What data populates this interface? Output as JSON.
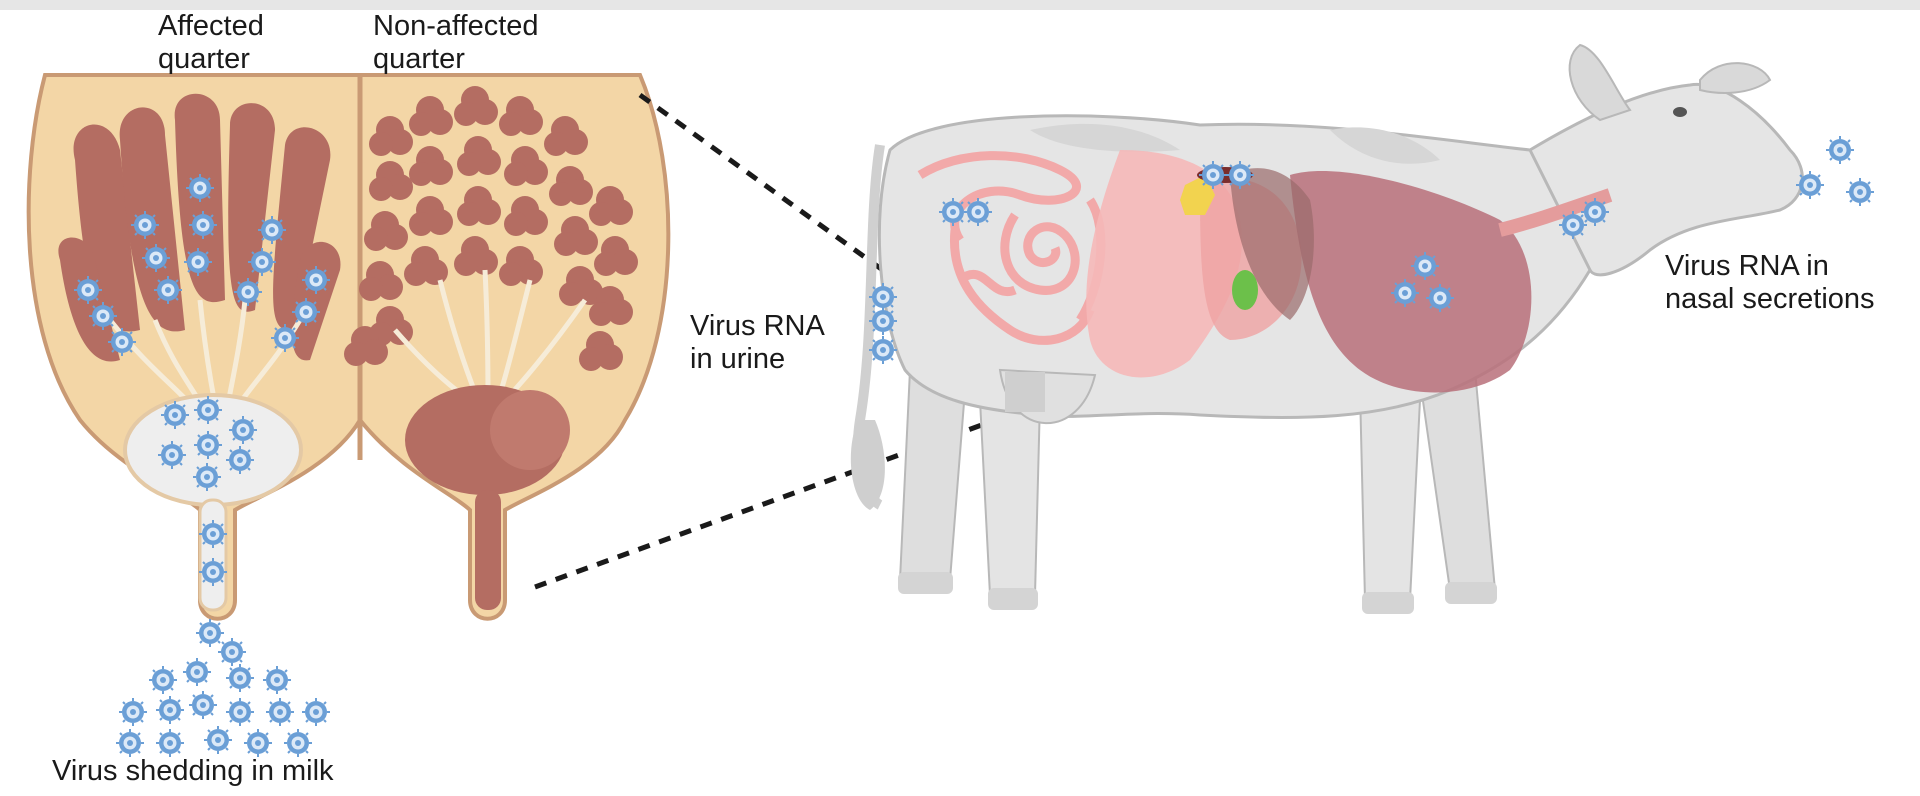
{
  "labels": {
    "affected": [
      "Affected",
      "quarter"
    ],
    "non_affected": [
      "Non-affected",
      "quarter"
    ],
    "urine": [
      "Virus RNA",
      "in urine"
    ],
    "nasal": [
      "Virus RNA in",
      "nasal secretions"
    ],
    "milk": "Virus shedding in milk"
  },
  "colors": {
    "udder_fat": "#f3d6a6",
    "udder_outline": "#c99a74",
    "alveoli": "#b46d62",
    "cistern_affected": "#eeeeee",
    "virus": "#6b9fd6",
    "cow_body": "#e5e5e5",
    "cow_outline": "#b8b8b8",
    "intestine": "#f2a9a9",
    "lung": "#b9707a"
  },
  "icons": [
    "virus-particle-icon",
    "cow-illustration",
    "udder-cross-section",
    "dashed-zoom-line"
  ]
}
